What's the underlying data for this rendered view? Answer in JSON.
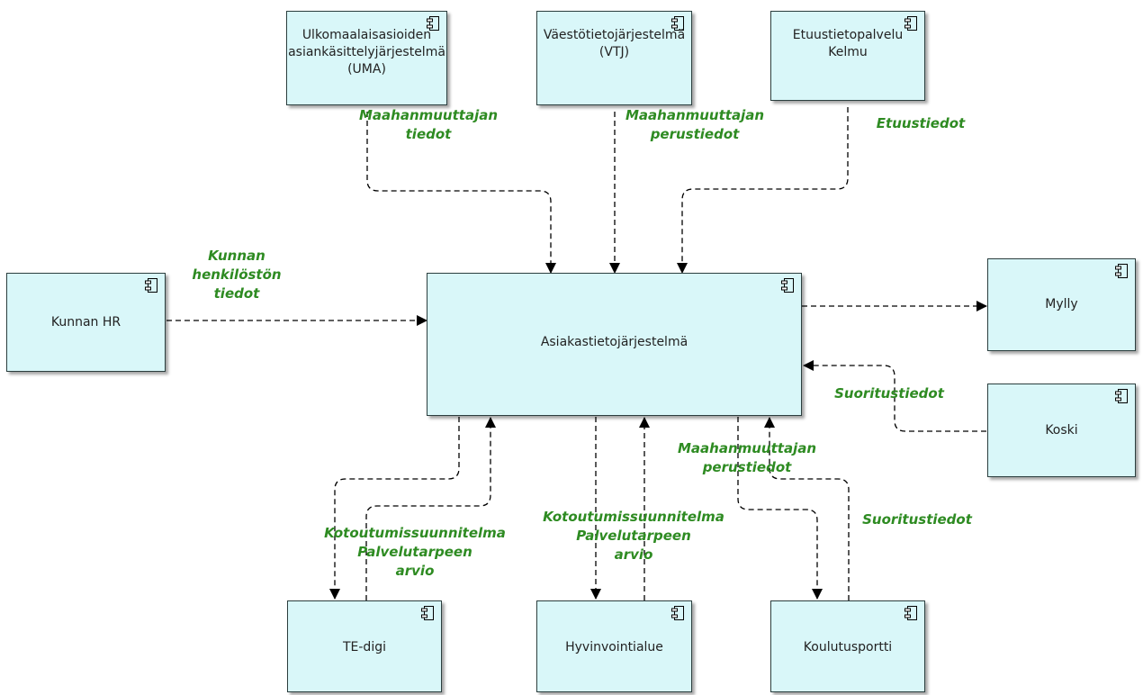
{
  "components": {
    "uma": "Ulkomaalaisasioiden\nasiankäsittelyjärjestelmä\n(UMA)",
    "vtj": "Väestötietojärjestelmä\n(VTJ)",
    "kelmu": "Etuustietopalvelu\nKelmu",
    "kunnan_hr": "Kunnan HR",
    "asiakas": "Asiakastietojärjestelmä",
    "mylly": "Mylly",
    "koski": "Koski",
    "tedigi": "TE-digi",
    "hyvinvointialue": "Hyvinvointialue",
    "koulutusportti": "Koulutusportti"
  },
  "flows": {
    "uma_to_asiakas": "Maahanmuuttajan\ntiedot",
    "vtj_to_asiakas": "Maahanmuuttajan\nperustiedot",
    "kelmu_to_asiakas": "Etuustiedot",
    "hr_to_asiakas": "Kunnan\nhenkilöstön\ntiedot",
    "koski_to_asiakas": "Suoritustiedot",
    "asiakas_to_koulutusportti": "Maahanmuuttajan\nperustiedot",
    "tedigi_flow": "Kotoutumissuunnitelma\nPalvelutarpeen\narvio",
    "hyvinvointi_flow": "Kotoutumissuunnitelma\nPalvelutarpeen\narvio",
    "koulutusportti_to_asiakas": "Suoritustiedot"
  },
  "icon": "component-icon",
  "colors": {
    "box_fill": "#d9f7f9",
    "box_border": "#2b3e3e",
    "label_green": "#2e8b22",
    "connector": "#000000"
  }
}
